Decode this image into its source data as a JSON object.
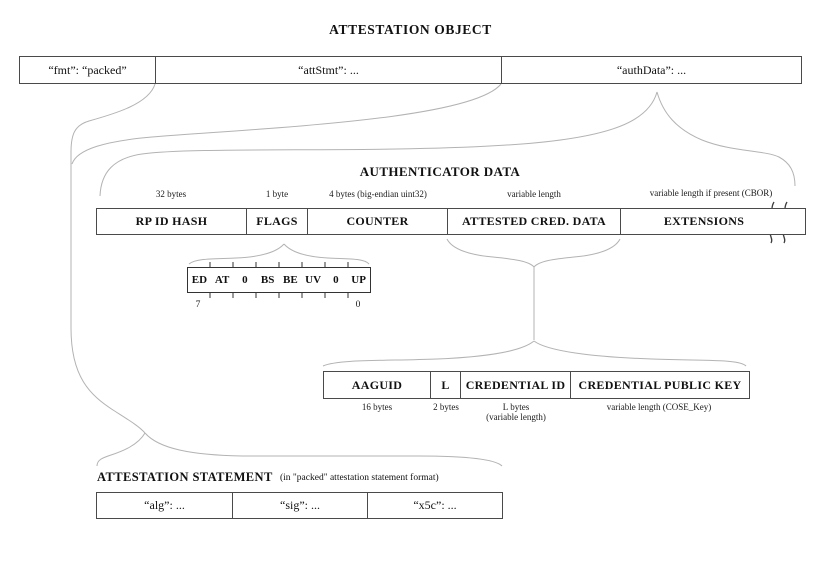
{
  "title": "ATTESTATION OBJECT",
  "attestation_object": {
    "cells": [
      {
        "label": "“fmt”: “packed”"
      },
      {
        "label": "“attStmt”: ..."
      },
      {
        "label": "“authData”: ..."
      }
    ]
  },
  "authenticator_data": {
    "title": "AUTHENTICATOR DATA",
    "fields": [
      {
        "label": "RP ID HASH",
        "size": "32 bytes"
      },
      {
        "label": "FLAGS",
        "size": "1 byte"
      },
      {
        "label": "COUNTER",
        "size": "4 bytes (big-endian uint32)"
      },
      {
        "label": "ATTESTED CRED. DATA",
        "size": "variable length"
      },
      {
        "label": "EXTENSIONS",
        "size": "variable length if present (CBOR)"
      }
    ]
  },
  "flags": {
    "bits": [
      "ED",
      "AT",
      "0",
      "BS",
      "BE",
      "UV",
      "0",
      "UP"
    ],
    "msb": "7",
    "lsb": "0"
  },
  "attested_credential_data": {
    "fields": [
      {
        "label": "AAGUID",
        "size": "16 bytes"
      },
      {
        "label": "L",
        "size": "2 bytes"
      },
      {
        "label": "CREDENTIAL ID",
        "size": "L bytes",
        "size2": "(variable length)"
      },
      {
        "label": "CREDENTIAL PUBLIC KEY",
        "size": "variable length (COSE_Key)"
      }
    ]
  },
  "attestation_statement": {
    "title": "ATTESTATION STATEMENT",
    "subtitle": "(in \"packed\" attestation statement format)",
    "cells": [
      {
        "label": "“alg”: ..."
      },
      {
        "label": "“sig”: ..."
      },
      {
        "label": "“x5c”: ..."
      }
    ]
  },
  "colors": {
    "connector_line": "#b3b3b3",
    "box_border": "#4a4a4a",
    "text": "#111111"
  }
}
